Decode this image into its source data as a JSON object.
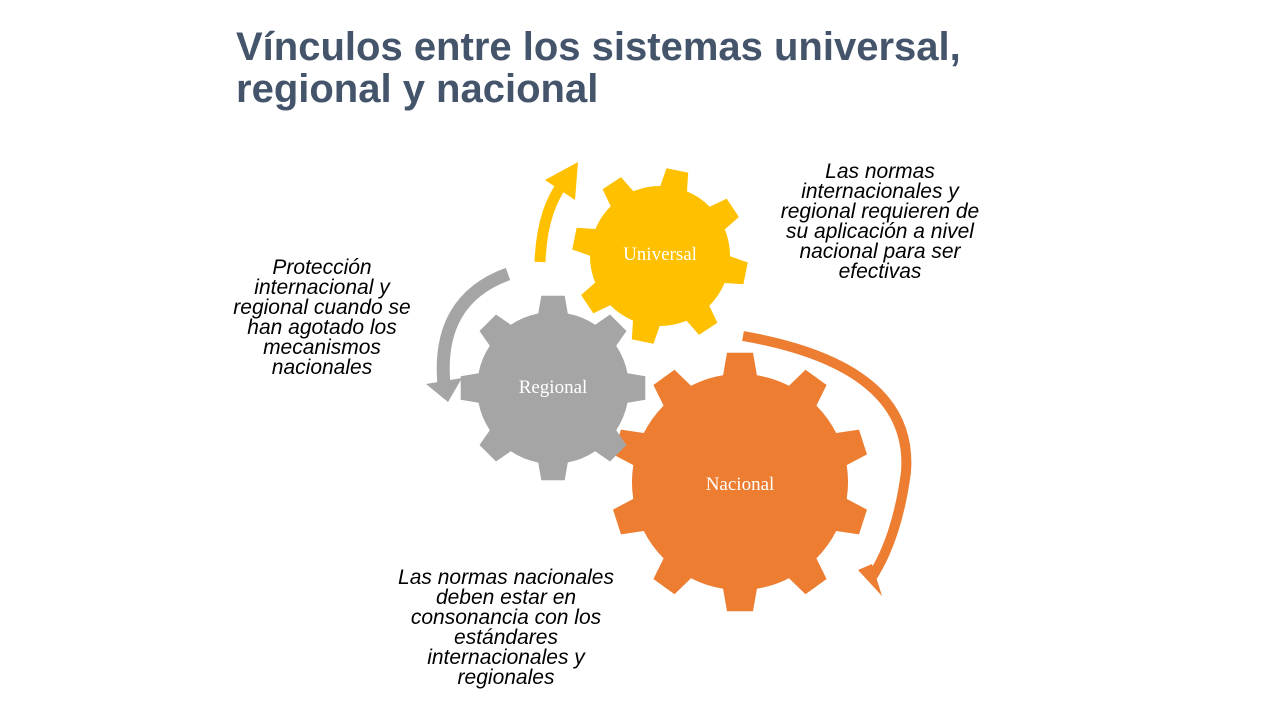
{
  "title": {
    "line1": "Vínculos entre los sistemas universal,",
    "line2": "regional y nacional"
  },
  "gears": [
    {
      "id": "universal",
      "label": "Universal",
      "color": "#ffc000"
    },
    {
      "id": "regional",
      "label": "Regional",
      "color": "#a5a5a5"
    },
    {
      "id": "nacional",
      "label": "Nacional",
      "color": "#ed7d31"
    }
  ],
  "captions": {
    "right": [
      "Las normas",
      "internacionales y",
      "regional requieren de",
      "su aplicación a nivel",
      "nacional para ser",
      "efectivas"
    ],
    "left": [
      "Protección",
      "internacional y",
      "regional cuando se",
      "han agotado los",
      "mecanismos",
      "nacionales"
    ],
    "bottom": [
      "Las normas nacionales",
      "deben estar en",
      "consonancia con los",
      "estándares",
      "internacionales y",
      "regionales"
    ]
  }
}
